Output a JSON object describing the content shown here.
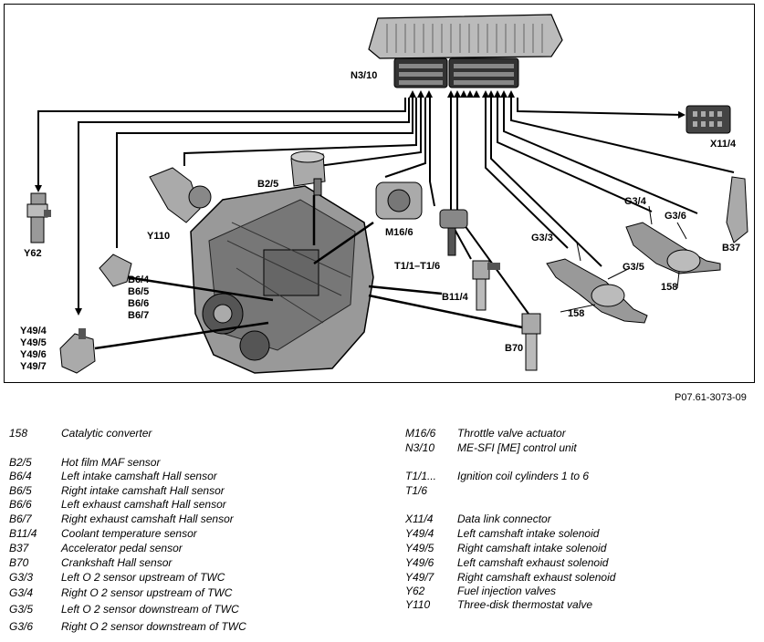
{
  "diagram": {
    "control_unit_label": "N3/10",
    "labels": {
      "y62": "Y62",
      "y110": "Y110",
      "b2_5": "B2/5",
      "m16_6": "M16/6",
      "t1": "T1/1–T1/6",
      "b11_4": "B11/4",
      "b70": "B70",
      "b6_4": "B6/4",
      "b6_5": "B6/5",
      "b6_6": "B6/6",
      "b6_7": "B6/7",
      "y49_4": "Y49/4",
      "y49_5": "Y49/5",
      "y49_6": "Y49/6",
      "y49_7": "Y49/7",
      "x11_4": "X11/4",
      "b37": "B37",
      "g3_4": "G3/4",
      "g3_6": "G3/6",
      "g3_3": "G3/3",
      "g3_5": "G3/5",
      "cat_right": "158",
      "cat_left": "158"
    }
  },
  "figure_ref": "P07.61-3073-09",
  "legend": {
    "left": [
      {
        "code": "158",
        "desc": "Catalytic converter"
      },
      {
        "code": "B2/5",
        "desc": "Hot film MAF sensor"
      },
      {
        "code": "B6/4",
        "desc": "Left intake camshaft Hall sensor"
      },
      {
        "code": "B6/5",
        "desc": "Right intake camshaft Hall sensor"
      },
      {
        "code": "B6/6",
        "desc": "Left exhaust camshaft Hall sensor"
      },
      {
        "code": "B6/7",
        "desc": "Right exhaust camshaft Hall sensor"
      },
      {
        "code": "B11/4",
        "desc": "Coolant temperature sensor"
      },
      {
        "code": "B37",
        "desc": "Accelerator pedal sensor"
      },
      {
        "code": "B70",
        "desc": "Crankshaft Hall sensor"
      },
      {
        "code": "G3/3",
        "desc": "Left O 2 sensor upstream of TWC"
      },
      {
        "code": "G3/4",
        "desc": "Right O 2 sensor upstream of TWC"
      },
      {
        "code": "G3/5",
        "desc": "Left O 2 sensor downstream of TWC"
      },
      {
        "code": "G3/6",
        "desc": "Right O 2 sensor downstream of TWC"
      }
    ],
    "right": [
      {
        "code": "M16/6",
        "desc": "Throttle valve actuator"
      },
      {
        "code": "N3/10",
        "desc": "ME-SFI [ME] control unit"
      },
      {
        "code": "T1/1...",
        "desc": "Ignition coil cylinders 1 to 6"
      },
      {
        "code": "T1/6",
        "desc": ""
      },
      {
        "code": "X11/4",
        "desc": "Data link connector"
      },
      {
        "code": "Y49/4",
        "desc": "Left camshaft intake solenoid"
      },
      {
        "code": "Y49/5",
        "desc": "Right camshaft intake solenoid"
      },
      {
        "code": "Y49/6",
        "desc": "Left camshaft exhaust solenoid"
      },
      {
        "code": "Y49/7",
        "desc": "Right camshaft exhaust solenoid"
      },
      {
        "code": "Y62",
        "desc": "Fuel injection valves"
      },
      {
        "code": "Y110",
        "desc": "Three-disk thermostat valve"
      }
    ]
  }
}
